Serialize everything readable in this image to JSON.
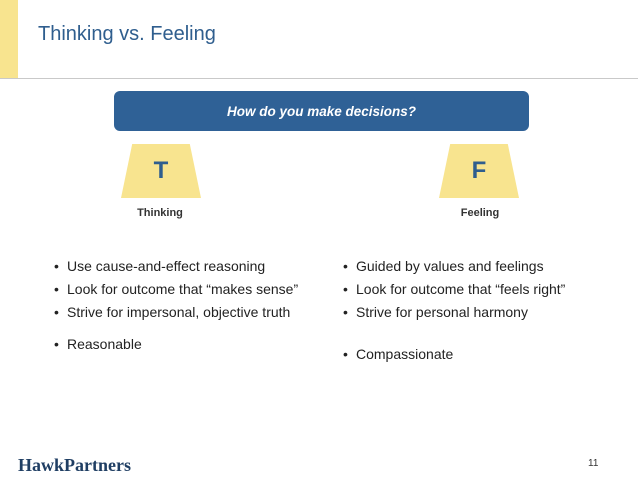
{
  "slide": {
    "title": "Thinking vs. Feeling",
    "page_number": "11"
  },
  "question": "How do you make decisions?",
  "thinking": {
    "letter": "T",
    "label": "Thinking",
    "bullets": [
      "Use cause-and-effect reasoning",
      "Look for outcome that “makes sense”",
      "Strive for impersonal, objective truth",
      "Reasonable"
    ]
  },
  "feeling": {
    "letter": "F",
    "label": "Feeling",
    "bullets": [
      "Guided by values and feelings",
      "Look for outcome that “feels right”",
      "Strive for personal harmony",
      "Compassionate"
    ]
  },
  "footer": {
    "logo": "HawkPartners"
  },
  "colors": {
    "accent_yellow": "#f8e48f",
    "primary_blue": "#2f6196",
    "title_blue": "#2f5e8e"
  }
}
